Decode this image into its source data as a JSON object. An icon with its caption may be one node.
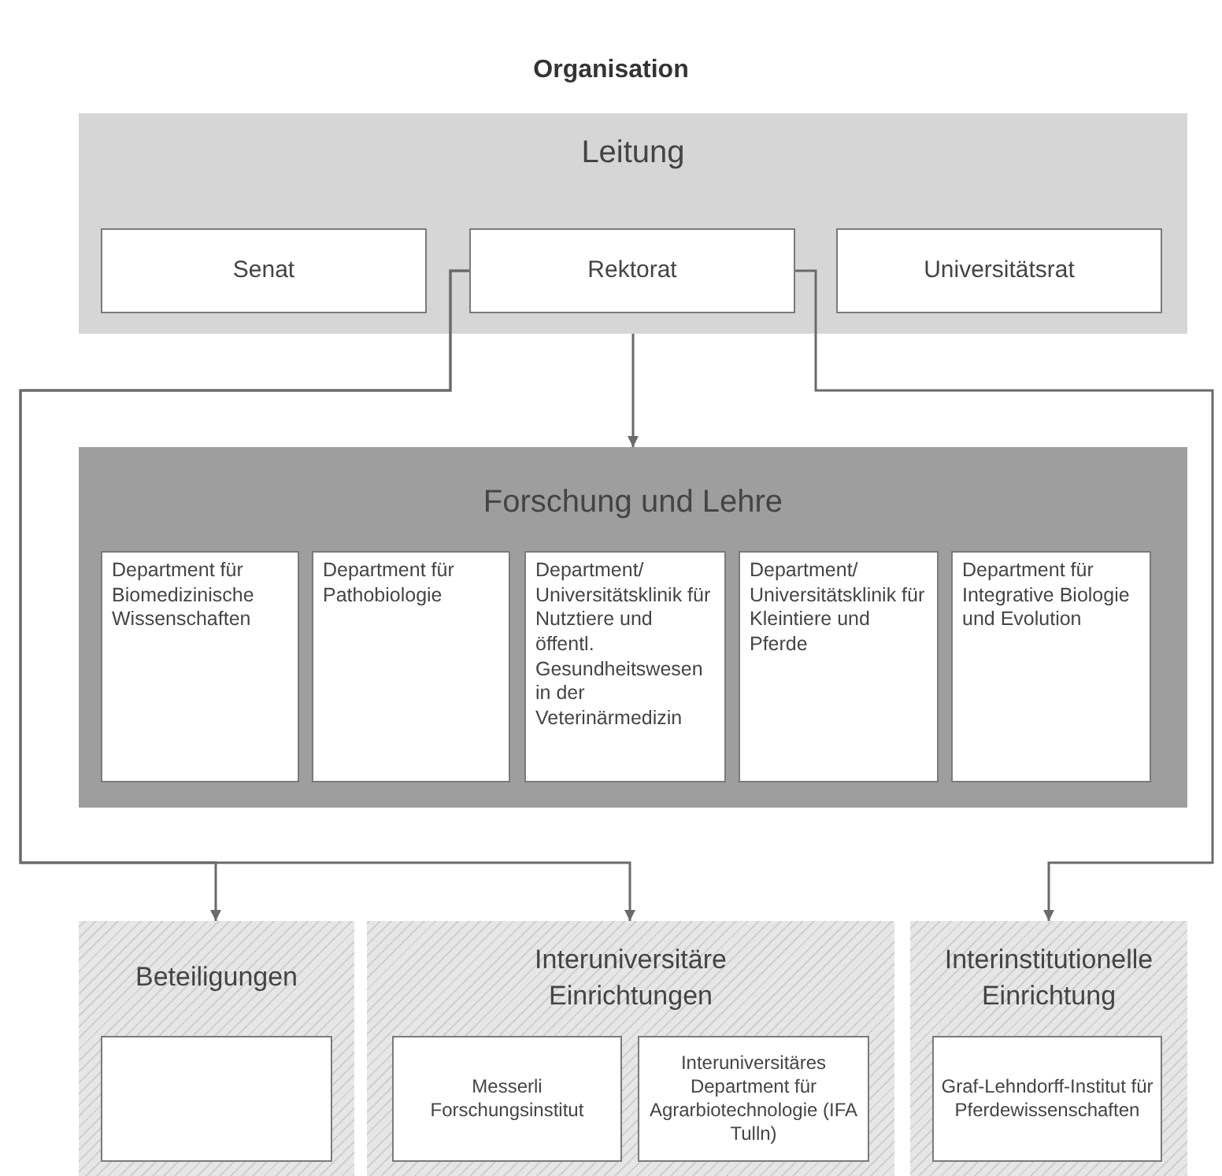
{
  "diagram": {
    "title": "Organisation",
    "nodes": [
      {
        "text": [
          "Leitung"
        ]
      },
      {
        "text": [
          "Senat"
        ],
        "in": 0
      },
      {
        "text": [
          "Rektorat"
        ],
        "in": 0
      },
      {
        "text": [
          "Universitätsrat"
        ],
        "in": 0
      },
      {
        "text": [
          "Forschung und Lehre"
        ]
      },
      {
        "text": [
          "Department für Biomedizinische Wissenschaften"
        ],
        "in": 4
      },
      {
        "text": [
          "Department für Pathobiologie"
        ],
        "in": 4
      },
      {
        "text": [
          "Department/ Universitätsklinik für Nutztiere und öffentl. Gesundheitswesen in der Veterinärmedizin"
        ],
        "in": 4
      },
      {
        "text": [
          "Department/ Universitätsklinik für Kleintiere und Pferde"
        ],
        "in": 4
      },
      {
        "text": [
          "Department für Integrative Biologie und Evolution"
        ],
        "in": 4
      },
      {
        "text": [
          "Beteiligungen"
        ]
      },
      {
        "text": [],
        "shape": "box",
        "in": 10
      },
      {
        "text": [
          "Interuniversitäre Einrichtungen"
        ]
      },
      {
        "text": [
          "Messerli Forschungsinstitut"
        ],
        "in": 12
      },
      {
        "text": [
          "Interuniversitäres Department für Agrarbiotechnologie (IFA Tulln)"
        ],
        "in": 12
      },
      {
        "text": [
          "Interinstitutionelle Einrichtung"
        ]
      },
      {
        "text": [
          "Graf-Lehndorff-Institut für Pferdewissenschaften"
        ],
        "in": 15
      }
    ],
    "edges": [
      {
        "from": 0,
        "to": 4,
        "arrow": "to"
      },
      {
        "from": 2,
        "to": 10,
        "arrow": "to"
      },
      {
        "from": 2,
        "to": 12,
        "arrow": "to"
      },
      {
        "from": 2,
        "to": 15,
        "arrow": "to"
      }
    ]
  }
}
